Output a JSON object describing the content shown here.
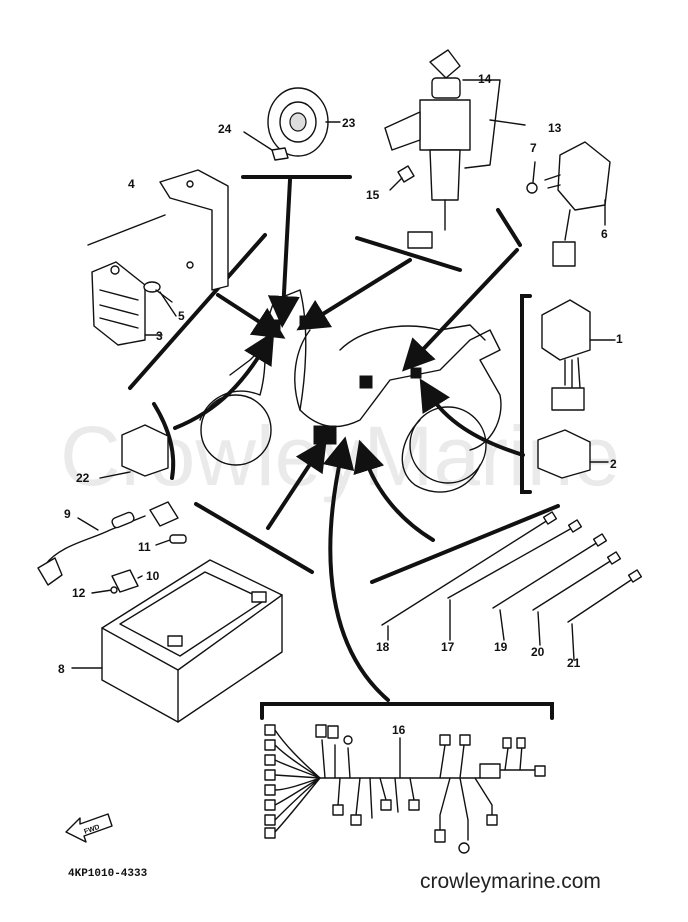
{
  "callouts": [
    "1",
    "2",
    "3",
    "4",
    "5",
    "6",
    "7",
    "8",
    "9",
    "10",
    "11",
    "12",
    "13",
    "14",
    "15",
    "16",
    "17",
    "18",
    "19",
    "20",
    "21",
    "22",
    "23",
    "24"
  ],
  "diagram_code": "4KP1010-4333",
  "watermark": "CrowleyMarine",
  "website": "crowleymarine.com",
  "front_label": "FWD"
}
